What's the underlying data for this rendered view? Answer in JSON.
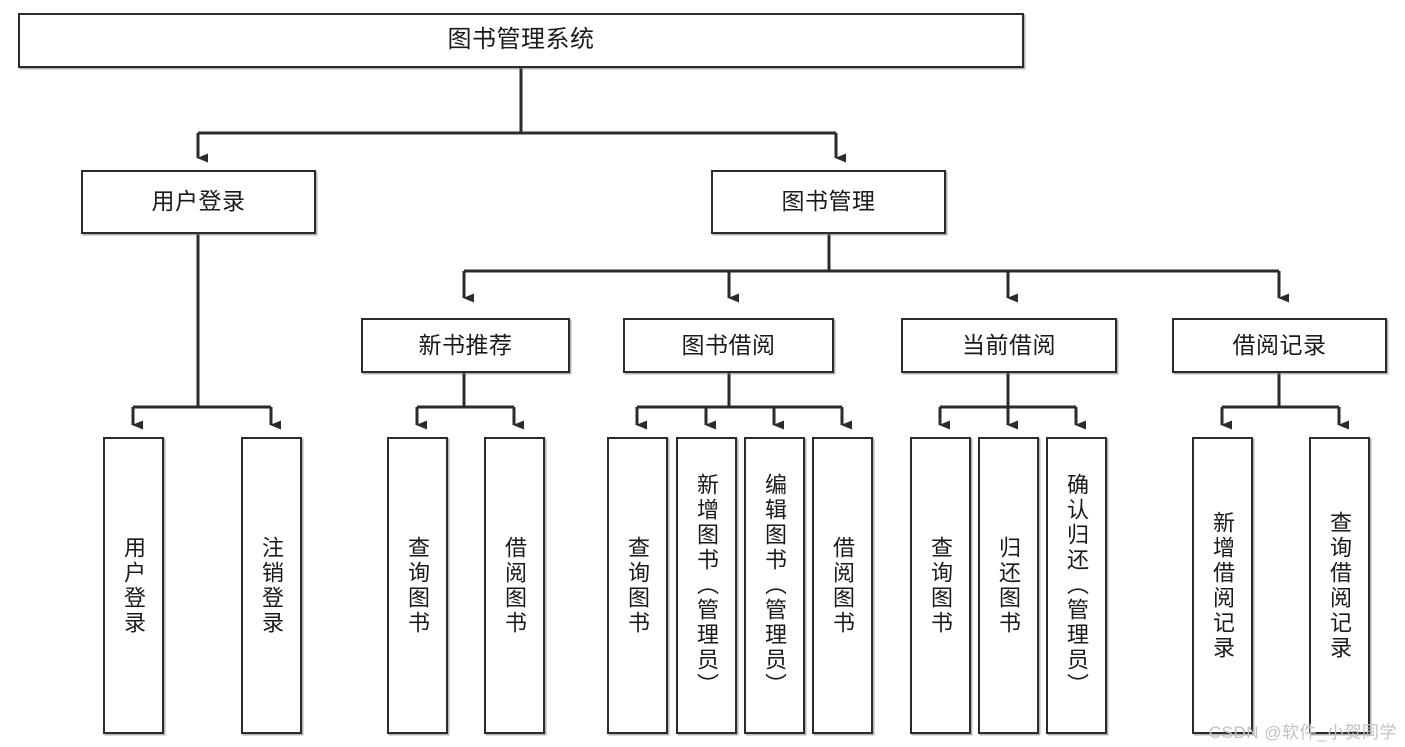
{
  "diagram": {
    "title": "图书管理系统",
    "watermark": "CSDN @软件_小贺同学",
    "root": {
      "label": "图书管理系统"
    },
    "level2": [
      {
        "label": "用户登录"
      },
      {
        "label": "图书管理"
      }
    ],
    "level3": [
      {
        "label": "新书推荐"
      },
      {
        "label": "图书借阅"
      },
      {
        "label": "当前借阅"
      },
      {
        "label": "借阅记录"
      }
    ],
    "leaves": {
      "user_login": [
        {
          "label": "用户登录"
        },
        {
          "label": "注销登录"
        }
      ],
      "new_book_recommend": [
        {
          "label": "查询图书"
        },
        {
          "label": "借阅图书"
        }
      ],
      "book_borrow": [
        {
          "label": "查询图书"
        },
        {
          "label": "新增图书（管理员）"
        },
        {
          "label": "编辑图书（管理员）"
        },
        {
          "label": "借阅图书"
        }
      ],
      "current_borrow": [
        {
          "label": "查询图书"
        },
        {
          "label": "归还图书"
        },
        {
          "label": "确认归还（管理员）"
        }
      ],
      "borrow_record": [
        {
          "label": "新增借阅记录"
        },
        {
          "label": "查询借阅记录"
        }
      ]
    },
    "colors": {
      "stroke": "#2b2b2b",
      "fill": "#ffffff",
      "text": "#1a1a1a",
      "watermark": "#c2c2c2"
    }
  }
}
